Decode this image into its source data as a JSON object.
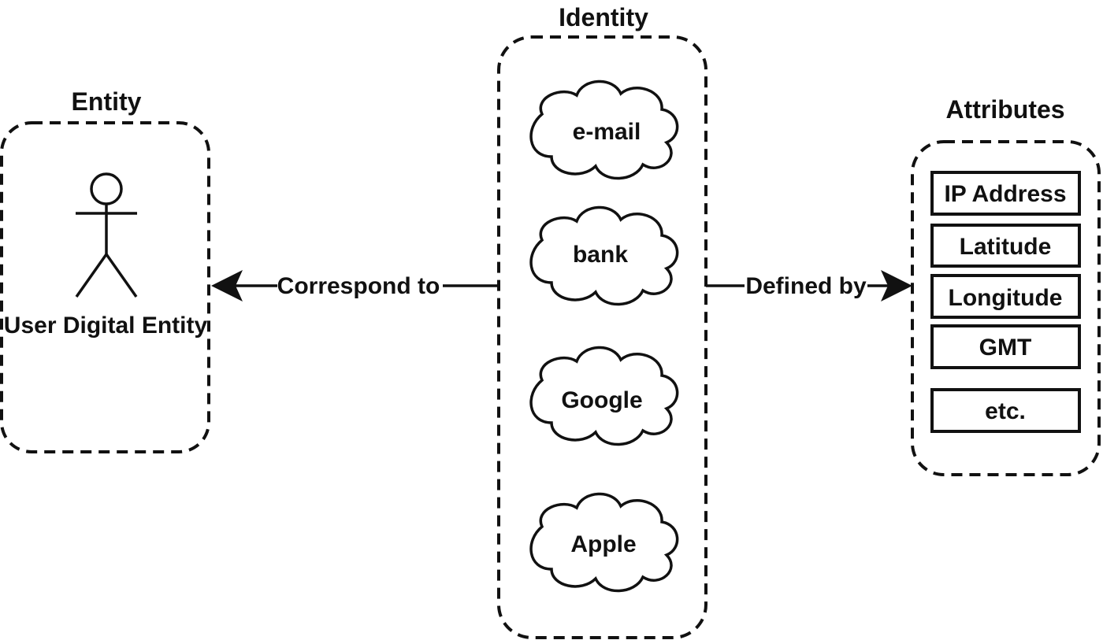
{
  "entity": {
    "title": "Entity",
    "label": "User Digital Entity",
    "icon": "stick-figure-user-icon"
  },
  "identity": {
    "title": "Identity",
    "clouds": [
      {
        "label": "e-mail"
      },
      {
        "label": "bank"
      },
      {
        "label": "Google"
      },
      {
        "label": "Apple"
      }
    ]
  },
  "attributes": {
    "title": "Attributes",
    "items": [
      {
        "label": "IP Address"
      },
      {
        "label": "Latitude"
      },
      {
        "label": "Longitude"
      },
      {
        "label": "GMT"
      },
      {
        "label": "etc."
      }
    ]
  },
  "connectors": {
    "left_label": "Correspond to",
    "right_label": "Defined by"
  },
  "colors": {
    "stroke": "#111111",
    "background": "#ffffff"
  }
}
